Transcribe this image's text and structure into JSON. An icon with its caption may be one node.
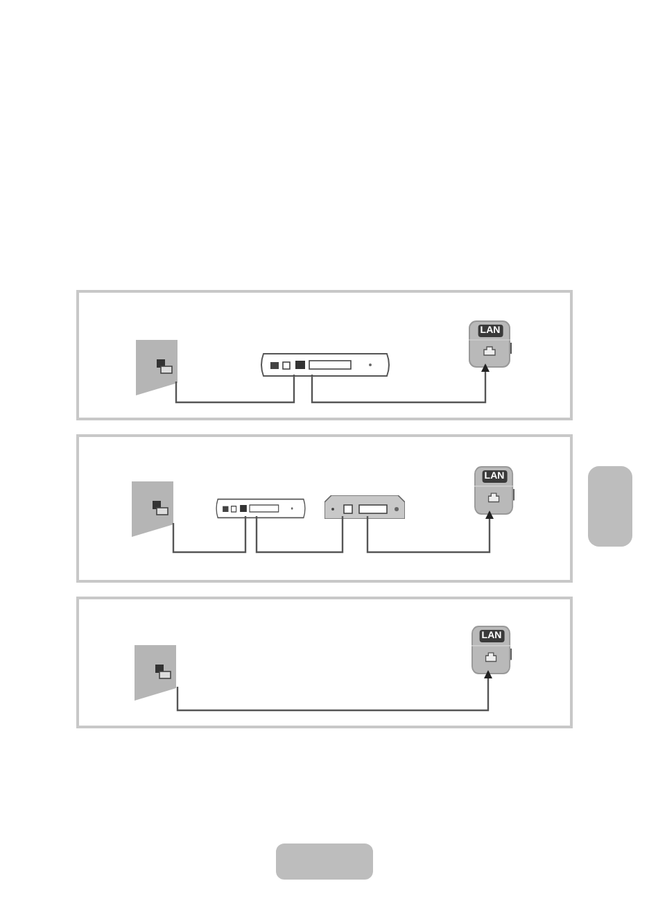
{
  "diagram": {
    "nodes": [
      {
        "text": [],
        "shape": "box"
      },
      {
        "text": [],
        "shape": "picture",
        "in": 0
      },
      {
        "text": [],
        "shape": "box",
        "in": 0
      },
      {
        "text": [
          "LAN"
        ],
        "in": 0
      },
      {
        "text": [],
        "shape": "box"
      },
      {
        "text": [],
        "shape": "picture",
        "in": 4
      },
      {
        "text": [],
        "shape": "box",
        "in": 4
      },
      {
        "text": [],
        "shape": "box",
        "in": 4
      },
      {
        "text": [
          "LAN"
        ],
        "in": 4
      },
      {
        "text": [],
        "shape": "box"
      },
      {
        "text": [],
        "shape": "picture",
        "in": 9
      },
      {
        "text": [
          "LAN"
        ],
        "in": 9
      }
    ],
    "edges": [
      {
        "from": 1,
        "to": 2,
        "arrow": "none"
      },
      {
        "from": 2,
        "to": 3,
        "arrow": "to"
      },
      {
        "from": 5,
        "to": 6,
        "arrow": "none"
      },
      {
        "from": 6,
        "to": 7,
        "arrow": "none"
      },
      {
        "from": 7,
        "to": 8,
        "arrow": "to"
      },
      {
        "from": 10,
        "to": 11,
        "arrow": "to"
      }
    ]
  }
}
